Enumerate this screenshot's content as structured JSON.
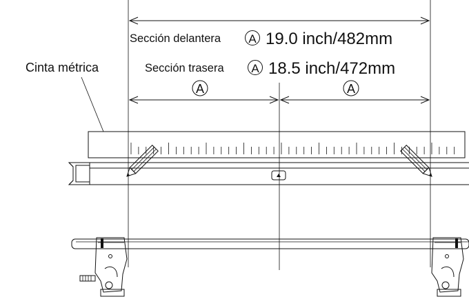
{
  "labels": {
    "tape": "Cinta métrica",
    "front_label": "Sección delantera",
    "front_value": "19.0 inch/482mm",
    "rear_label": "Sección trasera",
    "rear_value": "18.5 inch/472mm",
    "marker": "A"
  },
  "colors": {
    "line": "#111111",
    "background": "#ffffff"
  }
}
